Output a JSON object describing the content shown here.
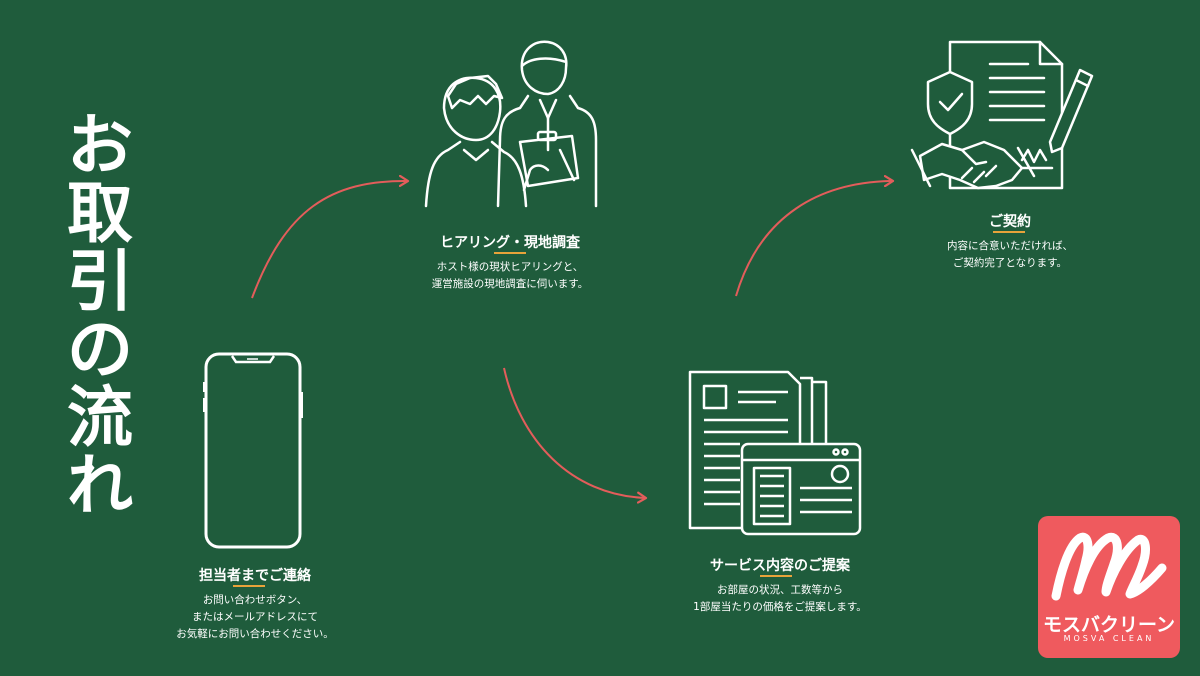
{
  "title": {
    "chars": [
      "お",
      "取",
      "引",
      "の",
      "流",
      "れ"
    ]
  },
  "steps": [
    {
      "id": "contact",
      "heading": "担当者までご連絡",
      "lines": [
        "お問い合わせボタン、",
        "またはメールアドレスにて",
        "お気軽にお問い合わせください。"
      ],
      "icon": "smartphone-icon"
    },
    {
      "id": "hearing",
      "heading": "ヒアリング・現地調査",
      "lines": [
        "ホスト様の現状ヒアリングと、",
        "運営施設の現地調査に伺います。"
      ],
      "icon": "consultation-people-icon"
    },
    {
      "id": "proposal",
      "heading": "サービス内容のご提案",
      "lines": [
        "お部屋の状況、工数等から",
        "1部屋当たりの価格をご提案します。"
      ],
      "icon": "documents-icon"
    },
    {
      "id": "contract",
      "heading": "ご契約",
      "lines": [
        "内容に合意いただければ、",
        "ご契約完了となります。"
      ],
      "icon": "contract-handshake-icon"
    }
  ],
  "colors": {
    "background": "#1f5c3c",
    "arrow": "#e35d5b",
    "underline": "#e8a33a",
    "logo_bg": "#ef5a5e"
  },
  "logo": {
    "brand_ja": "モスバクリーン",
    "brand_en": "MOSVA CLEAN"
  }
}
